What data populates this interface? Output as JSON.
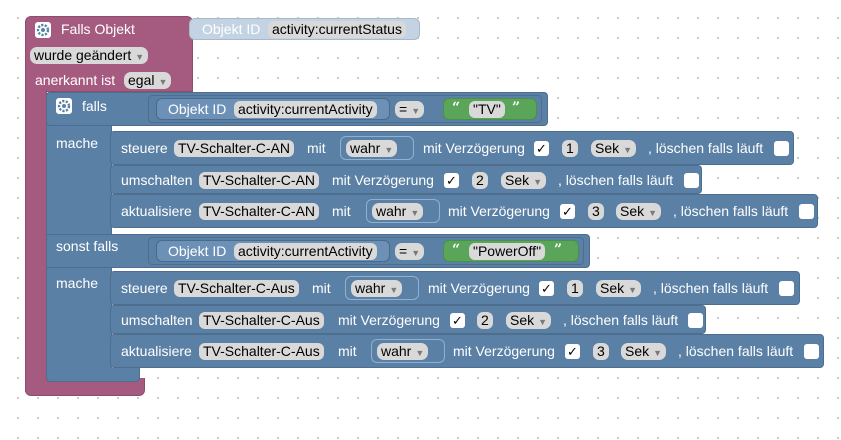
{
  "trigger": {
    "title": "Falls Objekt",
    "object_id_label": "Objekt ID",
    "object_id_value": "activity:currentStatus",
    "change_mode": "wurde geändert",
    "ack_label": "anerkannt ist",
    "ack_value": "egal"
  },
  "if_block": {
    "falls_label": "falls",
    "sonst_falls_label": "sonst falls",
    "mache_label": "mache",
    "conditions": [
      {
        "object_id_label": "Objekt ID",
        "object_id_value": "activity:currentActivity",
        "operator": "=",
        "value": "\"TV\""
      },
      {
        "object_id_label": "Objekt ID",
        "object_id_value": "activity:currentActivity",
        "operator": "=",
        "value": "\"PowerOff\""
      }
    ],
    "branches": [
      {
        "steuere": {
          "verb": "steuere",
          "target": "TV-Schalter-C-AN",
          "mit": "mit",
          "value": "wahr",
          "delay_label": "mit Verzögerung",
          "delay_checked": "✓",
          "delay": "1",
          "unit": "Sek",
          "clear_label": ", löschen falls läuft"
        },
        "umschalten": {
          "verb": "umschalten",
          "target": "TV-Schalter-C-AN",
          "delay_label": "mit Verzögerung",
          "delay_checked": "✓",
          "delay": "2",
          "unit": "Sek",
          "clear_label": ", löschen falls läuft"
        },
        "aktualisiere": {
          "verb": "aktualisiere",
          "target": "TV-Schalter-C-AN",
          "mit": "mit",
          "value": "wahr",
          "delay_label": "mit Verzögerung",
          "delay_checked": "✓",
          "delay": "3",
          "unit": "Sek",
          "clear_label": ", löschen falls läuft"
        }
      },
      {
        "steuere": {
          "verb": "steuere",
          "target": "TV-Schalter-C-Aus",
          "mit": "mit",
          "value": "wahr",
          "delay_label": "mit Verzögerung",
          "delay_checked": "✓",
          "delay": "1",
          "unit": "Sek",
          "clear_label": ", löschen falls läuft"
        },
        "umschalten": {
          "verb": "umschalten",
          "target": "TV-Schalter-C-Aus",
          "delay_label": "mit Verzögerung",
          "delay_checked": "✓",
          "delay": "2",
          "unit": "Sek",
          "clear_label": ", löschen falls läuft"
        },
        "aktualisiere": {
          "verb": "aktualisiere",
          "target": "TV-Schalter-C-Aus",
          "mit": "mit",
          "value": "wahr",
          "delay_label": "mit Verzögerung",
          "delay_checked": "✓",
          "delay": "3",
          "unit": "Sek",
          "clear_label": ", löschen falls läuft"
        }
      }
    ]
  },
  "colors": {
    "event_block": "#a55b80",
    "logic_block": "#5b80a5",
    "text_block": "#5ba55b"
  },
  "icons": {
    "mutator": "gear-icon",
    "dropdown": "dropdown-arrow-icon",
    "checkbox": "checkbox-icon"
  }
}
